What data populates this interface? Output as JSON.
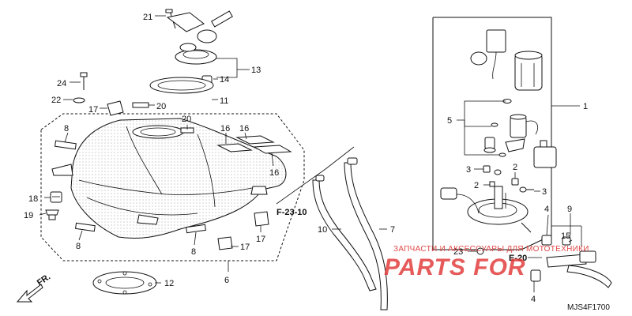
{
  "callouts": {
    "n1": "1",
    "n2a": "2",
    "n2b": "2",
    "n3a": "3",
    "n3b": "3",
    "n4a": "4",
    "n4b": "4",
    "n5": "5",
    "n6": "6",
    "n7": "7",
    "n8a": "8",
    "n8b": "8",
    "n8c": "8",
    "n9": "9",
    "n10": "10",
    "n11": "11",
    "n12": "12",
    "n13": "13",
    "n14": "14",
    "n15": "15",
    "n16a": "16",
    "n16b": "16",
    "n16c": "16",
    "n17a": "17",
    "n17b": "17",
    "n17c": "17",
    "n18": "18",
    "n19": "19",
    "n20a": "20",
    "n20b": "20",
    "n21": "21",
    "n22": "22",
    "n23": "23",
    "n24": "24"
  },
  "references": {
    "f2310": "F-23-10",
    "e20": "E-20"
  },
  "direction": "FR.",
  "diagram_code": "MJS4F1700",
  "watermark": {
    "caption": "ЗАПЧАСТИ И АКСЕССУАРЫ ДЛЯ МОТОТЕХНИКИ",
    "brand": "PARTS FOR"
  },
  "colors": {
    "line": "#111111",
    "watermark": "#e23d3d",
    "background": "#ffffff"
  }
}
